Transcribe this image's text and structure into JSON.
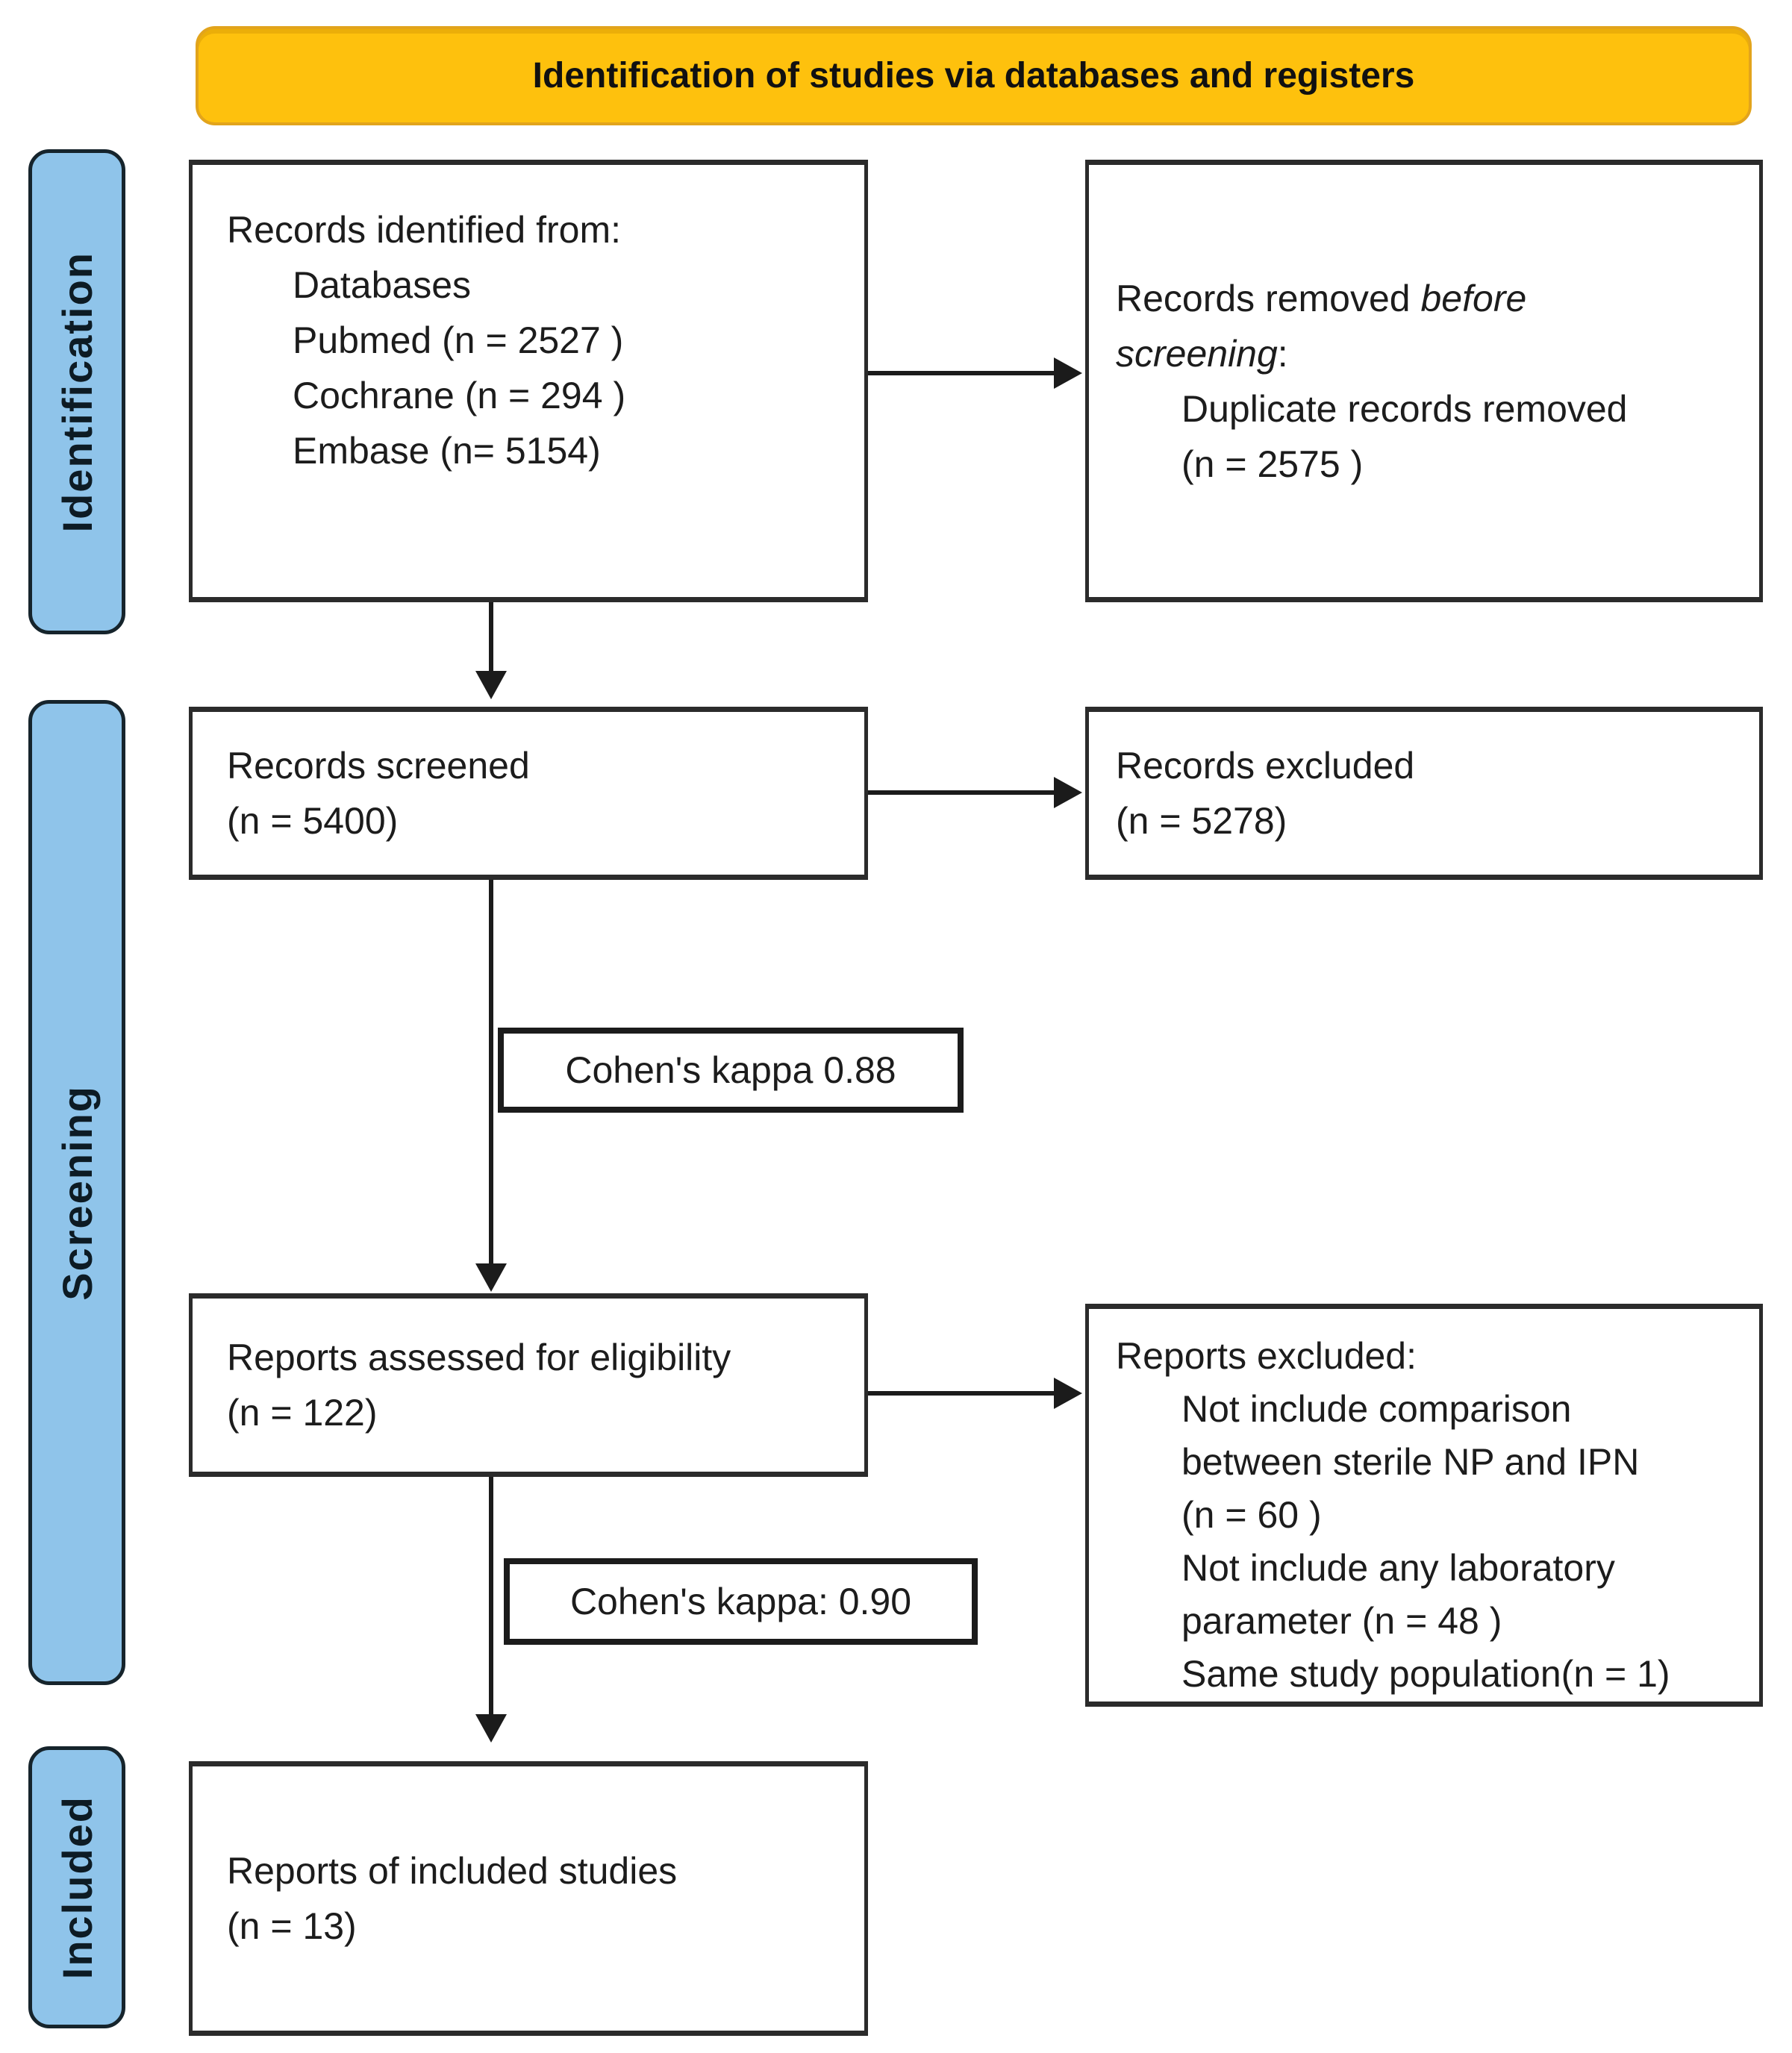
{
  "banner": {
    "label": "Identification of studies via databases and registers",
    "bg_color": "#FEC10D",
    "border_color": "#E2A41C"
  },
  "stages": {
    "identification": {
      "label": "Identification"
    },
    "screening": {
      "label": "Screening"
    },
    "included": {
      "label": "Included"
    }
  },
  "colors": {
    "stage_fill": "#8FC4EA",
    "box_border": "#2B2B2B",
    "arrow": "#1B1B1B",
    "text": "#1C1C1C"
  },
  "boxes": {
    "records_identified": {
      "title": "Records identified from:",
      "items": [
        "Databases",
        "Pubmed (n = 2527 )",
        "Cochrane (n = 294 )",
        "Embase (n= 5154)"
      ]
    },
    "records_removed": {
      "line1_prefix": "Records removed ",
      "line1_italic": "before",
      "line2_italic": "screening",
      "line2_suffix": ":",
      "items": [
        "Duplicate records removed",
        "(n = 2575 )"
      ]
    },
    "records_screened": {
      "lines": [
        "Records screened",
        "(n = 5400)"
      ]
    },
    "records_excluded": {
      "lines": [
        "Records excluded",
        "(n = 5278)"
      ]
    },
    "kappa_screening": {
      "label": "Cohen's kappa 0.88"
    },
    "reports_assessed": {
      "lines": [
        "Reports assessed for eligibility",
        "(n = 122)"
      ]
    },
    "reports_excluded": {
      "title": "Reports excluded:",
      "items": [
        "Not include comparison",
        "between sterile NP and IPN",
        "(n = 60 )",
        "Not include any laboratory",
        "parameter (n = 48 )",
        "Same study population(n = 1)"
      ]
    },
    "kappa_eligibility": {
      "label": "Cohen's kappa: 0.90"
    },
    "reports_included": {
      "lines": [
        "Reports of included studies",
        "(n = 13)"
      ]
    }
  }
}
